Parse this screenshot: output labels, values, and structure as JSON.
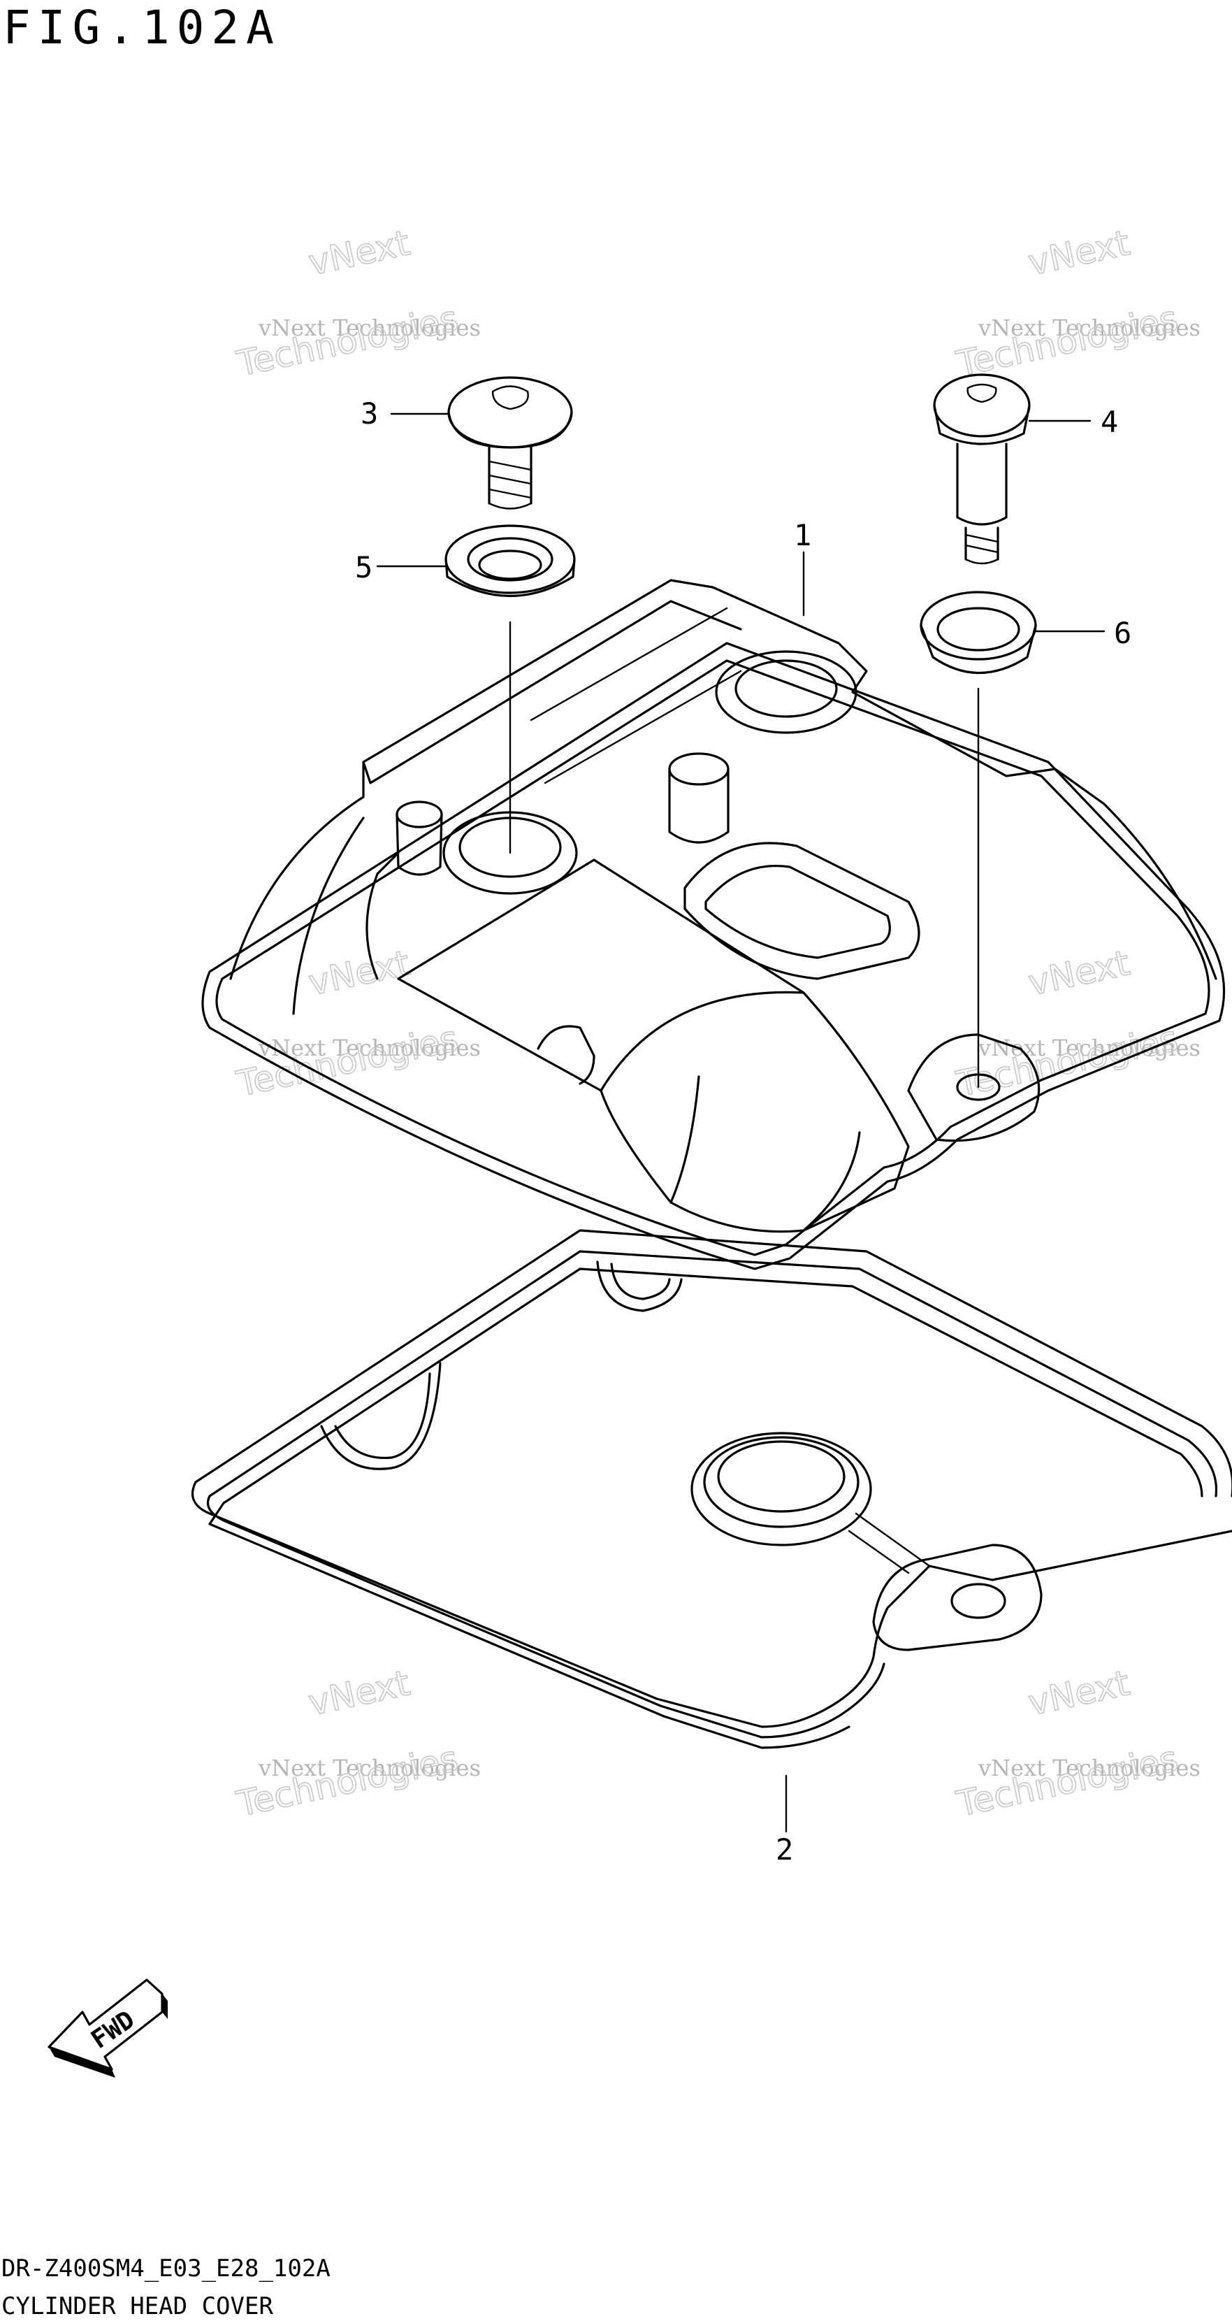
{
  "figure": {
    "title": "FIG.102A",
    "model_code": "DR-Z400SM4_E03_E28_102A",
    "section_name": "CYLINDER HEAD COVER"
  },
  "callouts": [
    {
      "id": "1",
      "label": "1"
    },
    {
      "id": "2",
      "label": "2"
    },
    {
      "id": "3",
      "label": "3"
    },
    {
      "id": "4",
      "label": "4"
    },
    {
      "id": "5",
      "label": "5"
    },
    {
      "id": "6",
      "label": "6"
    }
  ],
  "direction_marker": {
    "label": "FWD"
  },
  "watermark": {
    "line1": "vNext Technologies",
    "line2": "vNext",
    "line3": "Technologies"
  },
  "colors": {
    "line": "#000000",
    "background": "#ffffff",
    "watermark": "#b5b5b5"
  }
}
